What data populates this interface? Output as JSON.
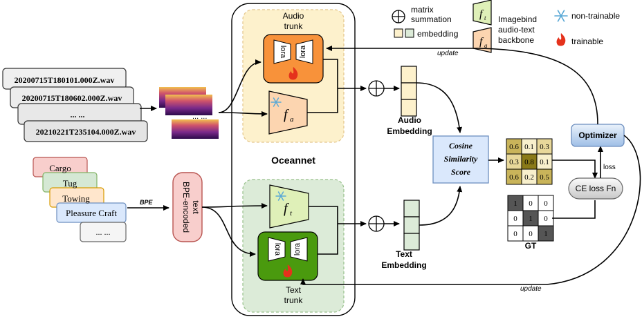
{
  "legend": {
    "sum_line1": "matrix",
    "sum_line2": "summation",
    "embedding": "embedding",
    "imagebind_line1": "Imagebind",
    "imagebind_line2": "audio-text",
    "imagebind_line3": "backbone",
    "non_trainable": "non-trainable",
    "trainable": "trainable",
    "colors": {
      "audio_emb": "#fdf1cc",
      "text_emb": "#dcebd8"
    }
  },
  "audio_files": [
    "20200715T180101.000Z.wav",
    "20200715T180602.000Z.wav",
    "... ...",
    "20210221T235104.000Z.wav"
  ],
  "spectrogram_dots": "... ...",
  "class_labels": [
    "Cargo",
    "Tug",
    "Towing",
    "Pleasure Craft",
    "... ..."
  ],
  "class_colors": [
    "#f8cecc",
    "#d5e8d4",
    "#ffe6cc",
    "#dae8fc",
    "#f5f5f5"
  ],
  "bpe_label": "BPE",
  "bpe_box": {
    "line1": "BPE-encoded",
    "line2": "text"
  },
  "oceannet_label": "Oceannet",
  "audio_trunk": {
    "line1": "Audio",
    "line2": "trunk"
  },
  "text_trunk": {
    "line1": "Text",
    "line2": "trunk"
  },
  "lora": "lora",
  "audio_embedding": {
    "line1": "Audio",
    "line2": "Embedding"
  },
  "text_embedding": {
    "line1": "Text",
    "line2": "Embedding"
  },
  "cosine": {
    "line1": "Cosine",
    "line2": "Similarity",
    "line3": "Score"
  },
  "similarity_matrix": [
    [
      "0.6",
      "0.1",
      "0.3"
    ],
    [
      "0.3",
      "0.8",
      "0.1"
    ],
    [
      "0.6",
      "0.2",
      "0.5"
    ]
  ],
  "gt_matrix": [
    [
      "1",
      "0",
      "0"
    ],
    [
      "0",
      "1",
      "0"
    ],
    [
      "0",
      "0",
      "1"
    ]
  ],
  "gt_label": "GT",
  "loss_fn": "CE loss Fn",
  "loss_label": "loss",
  "optimizer": "Optimizer",
  "update_label": "update",
  "symbols": {
    "fa_f": "f",
    "fa_sub": "a",
    "ft_f": "f",
    "ft_sub": "t"
  }
}
